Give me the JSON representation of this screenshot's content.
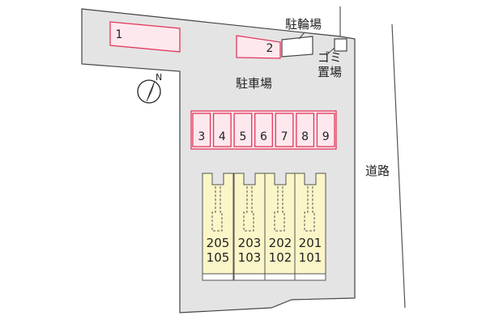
{
  "map": {
    "parking_label": "駐車場",
    "bicycle_label": "駐輪場",
    "garbage_label_1": "ゴミ",
    "garbage_label_2": "置場",
    "road_label": "道路",
    "north_label": "N"
  },
  "parking_stalls": [
    {
      "number": "1"
    },
    {
      "number": "2"
    },
    {
      "number": "3"
    },
    {
      "number": "4"
    },
    {
      "number": "5"
    },
    {
      "number": "6"
    },
    {
      "number": "7"
    },
    {
      "number": "8"
    },
    {
      "number": "9"
    }
  ],
  "rooms": [
    {
      "upper": "205",
      "lower": "105"
    },
    {
      "upper": "203",
      "lower": "103"
    },
    {
      "upper": "202",
      "lower": "102"
    },
    {
      "upper": "201",
      "lower": "101"
    }
  ],
  "colors": {
    "stall_border": "#e0385a",
    "stall_fill": "#fde8ee",
    "building_fill": "#fbf6c8",
    "lot_fill": "#e4e4e4"
  }
}
